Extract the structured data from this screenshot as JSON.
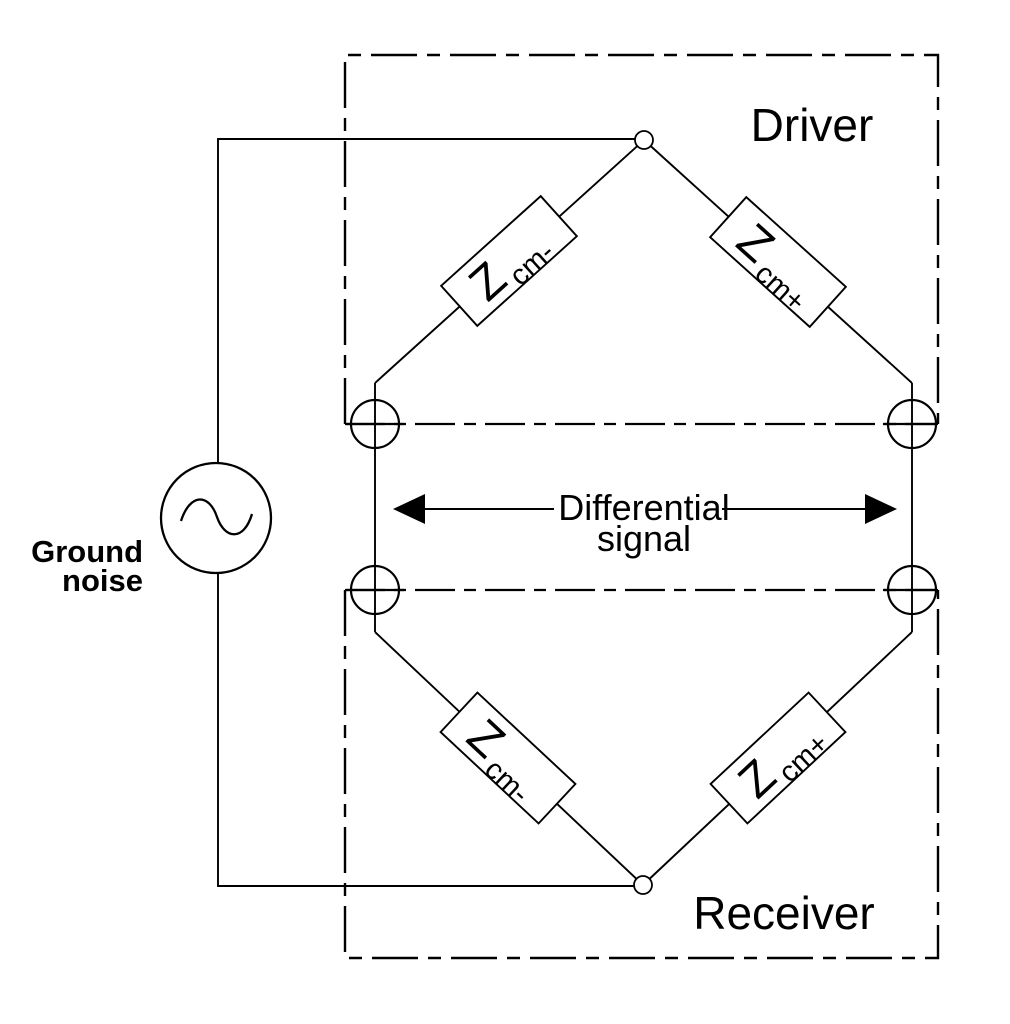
{
  "figure": {
    "driver_label": "Driver",
    "receiver_label": "Receiver",
    "ground_noise": {
      "line1": "Ground",
      "line2": "noise"
    },
    "differential_signal": {
      "line1": "Differential",
      "line2": "signal"
    },
    "impedances": {
      "driver_minus": {
        "symbol": "Z",
        "subscript": "cm-"
      },
      "driver_plus": {
        "symbol": "Z",
        "subscript": "cm+"
      },
      "receiver_minus": {
        "symbol": "Z",
        "subscript": "cm-"
      },
      "receiver_plus": {
        "symbol": "Z",
        "subscript": "cm+"
      }
    },
    "colors": {
      "stroke": "#000000",
      "background": "#ffffff"
    }
  }
}
